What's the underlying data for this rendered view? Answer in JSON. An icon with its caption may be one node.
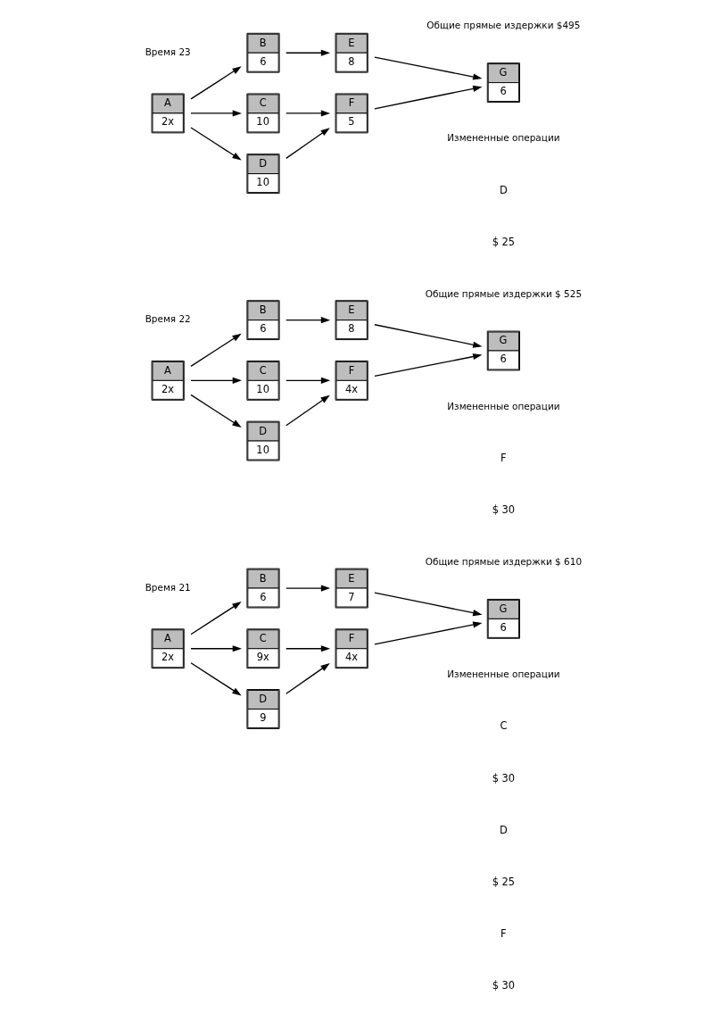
{
  "diagram": {
    "nodes": [
      {
        "text": [
          "A",
          "2x"
        ]
      },
      {
        "text": [
          "B",
          "6"
        ]
      },
      {
        "text": [
          "C",
          "10"
        ]
      },
      {
        "text": [
          "D",
          "10"
        ]
      },
      {
        "text": [
          "E",
          "8"
        ]
      },
      {
        "text": [
          "F",
          "5"
        ]
      },
      {
        "text": [
          "G",
          "6"
        ]
      },
      {
        "text": [
          "A",
          "2x"
        ]
      },
      {
        "text": [
          "B",
          "6"
        ]
      },
      {
        "text": [
          "C",
          "10"
        ]
      },
      {
        "text": [
          "D",
          "10"
        ]
      },
      {
        "text": [
          "E",
          "8"
        ]
      },
      {
        "text": [
          "F",
          "4x"
        ]
      },
      {
        "text": [
          "G",
          "6"
        ]
      },
      {
        "text": [
          "A",
          "2x"
        ]
      },
      {
        "text": [
          "B",
          "6"
        ]
      },
      {
        "text": [
          "C",
          "9x"
        ]
      },
      {
        "text": [
          "D",
          "9"
        ]
      },
      {
        "text": [
          "E",
          "7"
        ]
      },
      {
        "text": [
          "F",
          "4x"
        ]
      },
      {
        "text": [
          "G",
          "6"
        ]
      }
    ],
    "edges": [
      {
        "from": 0,
        "to": 1,
        "arrow": "to"
      },
      {
        "from": 0,
        "to": 2,
        "arrow": "to"
      },
      {
        "from": 0,
        "to": 3,
        "arrow": "to"
      },
      {
        "from": 1,
        "to": 4,
        "arrow": "to"
      },
      {
        "from": 2,
        "to": 5,
        "arrow": "to"
      },
      {
        "from": 3,
        "to": 5,
        "arrow": "to"
      },
      {
        "from": 4,
        "to": 6,
        "arrow": "to"
      },
      {
        "from": 5,
        "to": 6,
        "arrow": "to"
      },
      {
        "from": 7,
        "to": 8,
        "arrow": "to"
      },
      {
        "from": 7,
        "to": 9,
        "arrow": "to"
      },
      {
        "from": 7,
        "to": 10,
        "arrow": "to"
      },
      {
        "from": 8,
        "to": 11,
        "arrow": "to"
      },
      {
        "from": 9,
        "to": 12,
        "arrow": "to"
      },
      {
        "from": 10,
        "to": 12,
        "arrow": "to"
      },
      {
        "from": 11,
        "to": 13,
        "arrow": "to"
      },
      {
        "from": 12,
        "to": 13,
        "arrow": "to"
      },
      {
        "from": 14,
        "to": 15,
        "arrow": "to"
      },
      {
        "from": 14,
        "to": 16,
        "arrow": "to"
      },
      {
        "from": 14,
        "to": 17,
        "arrow": "to"
      },
      {
        "from": 15,
        "to": 18,
        "arrow": "to"
      },
      {
        "from": 16,
        "to": 19,
        "arrow": "to"
      },
      {
        "from": 17,
        "to": 19,
        "arrow": "to"
      },
      {
        "from": 18,
        "to": 20,
        "arrow": "to"
      },
      {
        "from": 19,
        "to": 20,
        "arrow": "to"
      }
    ],
    "labels": [
      "Время 23",
      "Общие прямые издержки $495",
      "Измененные операции",
      "D",
      "$ 25",
      "Время 22",
      "Общие прямые издержки $ 525",
      "Измененные операции",
      "F",
      "$ 30",
      "Время 21",
      "Общие прямые издержки $ 610",
      "Измененные операции",
      "C",
      "$ 30",
      "D",
      "$ 25",
      "F",
      "$ 30"
    ]
  }
}
